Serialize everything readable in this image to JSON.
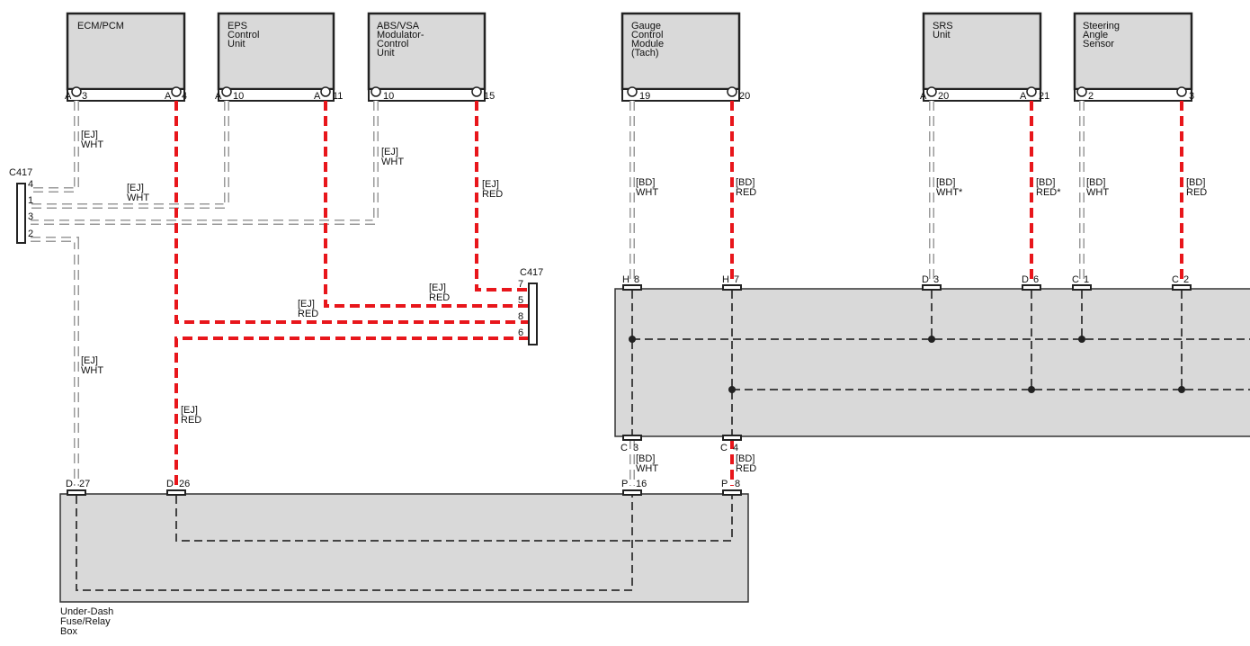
{
  "modules": [
    {
      "id": "ecm",
      "lines": [
        "ECM/PCM"
      ]
    },
    {
      "id": "eps",
      "lines": [
        "EPS",
        "Control",
        "Unit"
      ]
    },
    {
      "id": "abs",
      "lines": [
        "ABS/VSA",
        "Modulator-",
        "Control",
        "Unit"
      ]
    },
    {
      "id": "gauge",
      "lines": [
        "Gauge",
        "Control",
        "Module",
        "(Tach)"
      ]
    },
    {
      "id": "srs",
      "lines": [
        "SRS",
        "Unit"
      ]
    },
    {
      "id": "steer",
      "lines": [
        "Steering",
        "Angle",
        "Sensor"
      ]
    }
  ],
  "pins": {
    "ecm_a3": {
      "conn": "A",
      "num": "3"
    },
    "ecm_a4": {
      "conn": "A",
      "num": "4"
    },
    "eps_a10": {
      "conn": "A",
      "num": "10"
    },
    "eps_a11": {
      "conn": "A",
      "num": "11"
    },
    "abs_10": {
      "conn": "",
      "num": "10"
    },
    "abs_15": {
      "conn": "",
      "num": "15"
    },
    "gauge_19": {
      "conn": "",
      "num": "19"
    },
    "gauge_20": {
      "conn": "",
      "num": "20"
    },
    "srs_a20": {
      "conn": "A",
      "num": "20"
    },
    "srs_a21": {
      "conn": "A",
      "num": "21"
    },
    "steer_2": {
      "conn": "",
      "num": "2"
    },
    "steer_3": {
      "conn": "",
      "num": "3"
    },
    "h8": {
      "conn": "H",
      "num": "8"
    },
    "h7": {
      "conn": "H",
      "num": "7"
    },
    "d3": {
      "conn": "D",
      "num": "3"
    },
    "d6": {
      "conn": "D",
      "num": "6"
    },
    "c1": {
      "conn": "C",
      "num": "1"
    },
    "c2": {
      "conn": "C",
      "num": "2"
    },
    "c3": {
      "conn": "C",
      "num": "3"
    },
    "c4": {
      "conn": "C",
      "num": "4"
    },
    "p16": {
      "conn": "P",
      "num": "16"
    },
    "p8": {
      "conn": "P",
      "num": "8"
    },
    "d27": {
      "conn": "D",
      "num": "27"
    },
    "d26": {
      "conn": "D",
      "num": "26"
    }
  },
  "connectors": {
    "c417_left": {
      "name": "C417",
      "pins": [
        "4",
        "1",
        "3",
        "2"
      ]
    },
    "c417_right": {
      "name": "C417",
      "pins": [
        "7",
        "5",
        "8",
        "6"
      ]
    }
  },
  "wire_labels": {
    "ej_wht_ecm": [
      "[EJ]",
      "WHT"
    ],
    "ej_wht_eps": [
      "[EJ]",
      "WHT"
    ],
    "ej_wht_abs": [
      "[EJ]",
      "WHT"
    ],
    "ej_red_abs": [
      "[EJ]",
      "RED"
    ],
    "ej_red_eps": [
      "[EJ]",
      "RED"
    ],
    "ej_red_ecm": [
      "[EJ]",
      "RED"
    ],
    "ej_wht_lower": [
      "[EJ]",
      "WHT"
    ],
    "ej_red_lower": [
      "[EJ]",
      "RED"
    ],
    "bd_wht_gauge": [
      "[BD]",
      "WHT"
    ],
    "bd_red_gauge": [
      "[BD]",
      "RED"
    ],
    "bd_wht_srs": [
      "[BD]",
      "WHT*"
    ],
    "bd_red_srs": [
      "[BD]",
      "RED*"
    ],
    "bd_wht_steer": [
      "[BD]",
      "WHT"
    ],
    "bd_red_steer": [
      "[BD]",
      "RED"
    ],
    "bd_wht_lower": [
      "[BD]",
      "WHT"
    ],
    "bd_red_lower": [
      "[BD]",
      "RED"
    ]
  },
  "fuse_box": {
    "lines": [
      "Under-Dash",
      "Fuse/Relay",
      "Box"
    ]
  },
  "colors": {
    "can_high": "#e8161b",
    "can_low": "#ffffff",
    "box_fill": "#d9d9d9"
  }
}
